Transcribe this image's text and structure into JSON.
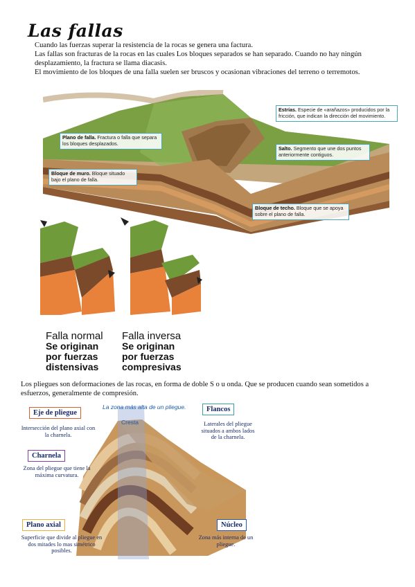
{
  "title": "Las fallas",
  "intro": [
    "Cuando las fuerzas superar la resistencia de la rocas se genera una factura.",
    "Las fallas son fracturas de la rocas en las cuales Los bloques separados se han separado. Cuando no hay ningún desplazamiento, la fractura se llama diacasis.",
    "El movimiento de los bloques de una falla suelen ser bruscos y ocasionan vibraciones del terreno o terremotos."
  ],
  "fault_diagram": {
    "estrias": {
      "term": "Estrías.",
      "text": "Especie de «arañazos» producidos por la fricción, que indican la dirección del movimiento."
    },
    "plano": {
      "term": "Plano de falla.",
      "text": "Fractura o falla que separa los bloques desplazados."
    },
    "salto": {
      "term": "Salto.",
      "text": "Segmento que une dos puntos anteriormente contiguos."
    },
    "muro": {
      "term": "Bloque de muro.",
      "text": "Bloque situado bajo el plano de falla."
    },
    "techo": {
      "term": "Bloque de techo.",
      "text": "Bloque que se apoya sobre el plano de falla."
    }
  },
  "fault_types": {
    "normal": {
      "name": "Falla normal",
      "l1": "Se originan",
      "l2": "por fuerzas",
      "l3": "distensivas"
    },
    "inversa": {
      "name": "Falla inversa",
      "l1": "Se originan",
      "l2": "por fuerzas",
      "l3": "compresivas"
    }
  },
  "folds_text": "Los pliegues son deformaciones de las rocas, en forma de doble S o u onda. Que se producen cuando sean sometidos a esfuerzos, generalmente de compresión.",
  "fold_diagram": {
    "top_note": "La zona más alta de un pliegue.",
    "cresta": "Cresta",
    "eje": {
      "label": "Eje de pliegue",
      "desc": "Intersección del plano axial con la charnela."
    },
    "charnela": {
      "label": "Charnela",
      "desc": "Zona del pliegue que tiene la máxima curvatura."
    },
    "plano_axial": {
      "label": "Plano axial",
      "desc": "Superficie que divide al pliegue en dos mitades lo mas simétrico posibles."
    },
    "flancos": {
      "label": "Flancos",
      "desc": "Laterales del pliegue situados a ambos lados de la charnela."
    },
    "nucleo": {
      "label": "Núcleo",
      "desc": "Zona más interna de un pliegue."
    }
  },
  "colors": {
    "label_border": "#4aa6b8",
    "fold_text": "#1a2c6b",
    "grass": "#6f9b3a",
    "rock": "#b77a4a"
  }
}
